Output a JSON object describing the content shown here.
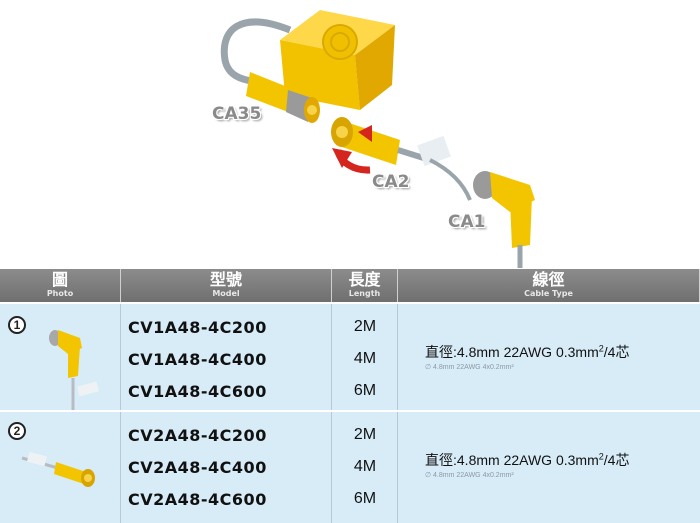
{
  "hero": {
    "labels": {
      "ca35": "CA35",
      "ca2": "CA2",
      "ca1": "CA1"
    }
  },
  "table": {
    "headers": {
      "photo": {
        "zh": "圖",
        "en": "Photo"
      },
      "model": {
        "zh": "型號",
        "en": "Model"
      },
      "length": {
        "zh": "長度",
        "en": "Length"
      },
      "cable": {
        "zh": "線徑",
        "en": "Cable Type"
      }
    },
    "rows": [
      {
        "number": "1",
        "models": [
          "CV1A48-4C200",
          "CV1A48-4C400",
          "CV1A48-4C600"
        ],
        "lengths": [
          "2M",
          "4M",
          "6M"
        ],
        "spec_main": "直徑:4.8mm  22AWG  0.3mm",
        "spec_sup": "2",
        "spec_tail": "/4芯",
        "spec_sub": "∅ 4.8mm 22AWG 4x0.2mm²"
      },
      {
        "number": "2",
        "models": [
          "CV2A48-4C200",
          "CV2A48-4C400",
          "CV2A48-4C600"
        ],
        "lengths": [
          "2M",
          "4M",
          "6M"
        ],
        "spec_main": "直徑:4.8mm  22AWG  0.3mm",
        "spec_sup": "2",
        "spec_tail": "/4芯",
        "spec_sub": "∅ 4.8mm 22AWG 4x0.2mm²"
      }
    ]
  },
  "colors": {
    "header_bg": "#7d7d7d",
    "row_bg": "#d8ecf8",
    "connector_yellow": "#f2c500",
    "sensor_yellow": "#f5c400"
  }
}
